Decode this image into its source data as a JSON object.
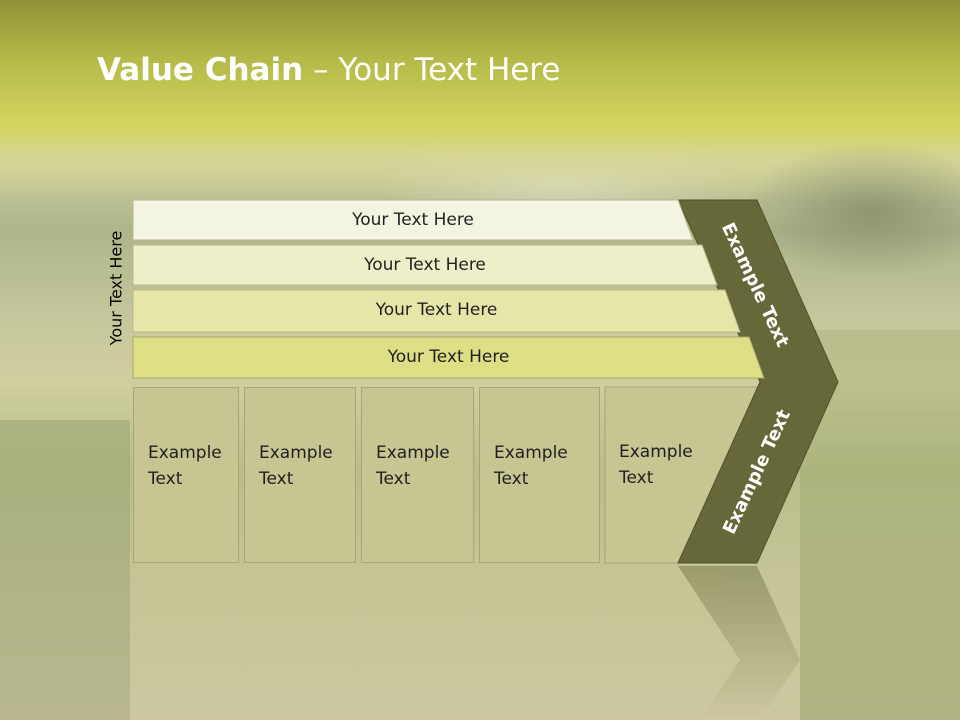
{
  "title": {
    "bold": "Value Chain",
    "rest": " – Your Text Here"
  },
  "side_label": "Your Text Here",
  "bands": [
    {
      "label": "Your Text Here",
      "color": "#f4f4e2"
    },
    {
      "label": "Your Text Here",
      "color": "#eeeec8"
    },
    {
      "label": "Your Text Here",
      "color": "#e6e6a8"
    },
    {
      "label": "Your Text Here",
      "color": "#dede84"
    }
  ],
  "boxes": [
    {
      "label": "Example Text"
    },
    {
      "label": "Example Text"
    },
    {
      "label": "Example Text"
    },
    {
      "label": "Example Text"
    },
    {
      "label": "Example Text"
    }
  ],
  "chevron": {
    "top_label": "Example Text",
    "bottom_label": "Example Text",
    "color": "#66683a"
  }
}
